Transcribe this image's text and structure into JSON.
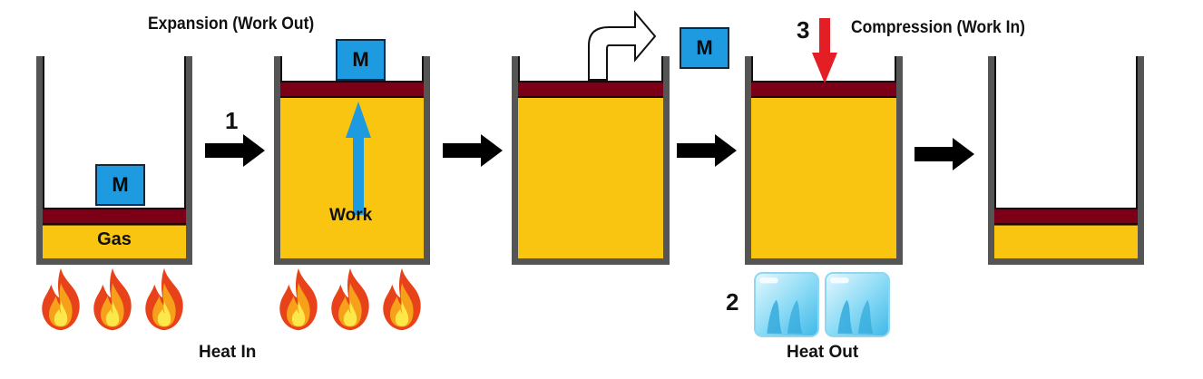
{
  "labels": {
    "expansion": "Expansion (Work Out)",
    "compression": "Compression (Work In)",
    "heat_in": "Heat In",
    "heat_out": "Heat Out",
    "gas": "Gas",
    "work": "Work",
    "mass": "M",
    "step1": "1",
    "step2": "2",
    "step3": "3"
  },
  "colors": {
    "gas": "#f9c511",
    "piston": "#7b0017",
    "mass": "#1e9be0",
    "work_arrow": "#1e9be0",
    "compression_arrow": "#e31e24",
    "cylinder_wall": "#555555"
  },
  "icons": [
    "flame-icon",
    "ice-cube-icon",
    "right-arrow-icon",
    "curved-arrow-icon"
  ]
}
